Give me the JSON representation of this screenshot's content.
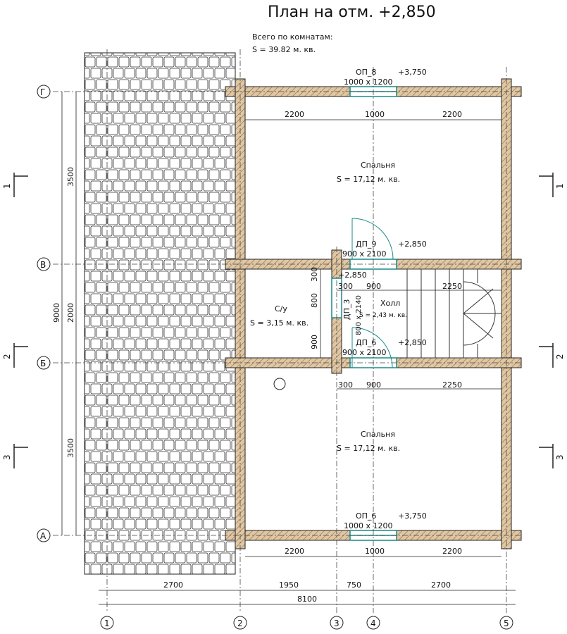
{
  "title": "План на отм. +2,850",
  "totals": {
    "label": "Всего по комнатам:",
    "area": "S   =  39.82 м. кв."
  },
  "rooms": {
    "bedroom_top": {
      "name": "Спальня",
      "area": "S   =  17,12 м. кв."
    },
    "bedroom_bottom": {
      "name": "Спальня",
      "area": "S   =  17,12 м. кв."
    },
    "bathroom": {
      "name": "С/у",
      "area": "S   =  3,15 м. кв."
    },
    "hall": {
      "name": "Холл",
      "area": "S = 2,43 м. кв."
    }
  },
  "openings": {
    "op8": {
      "mark": "ОП_8",
      "size": "1000 x 1200",
      "level": "+3,750"
    },
    "op6": {
      "mark": "ОП_6",
      "size": "1000 x 1200",
      "level": "+3,750"
    },
    "dp9": {
      "mark": "ДП_9",
      "size": "900 x 2100",
      "level": "+2,850"
    },
    "dp6": {
      "mark": "ДП_6",
      "size": "900 x 2100",
      "level": "+2,850"
    },
    "dp3": {
      "mark": "ДП_3",
      "size": "800 x 2140",
      "level": "+2,850"
    }
  },
  "axes_x": [
    "1",
    "2",
    "3",
    "4",
    "5"
  ],
  "axes_y": [
    "Г",
    "В",
    "Б",
    "А"
  ],
  "section_marks": [
    "1",
    "2",
    "3"
  ],
  "dims": {
    "top": [
      "2200",
      "1000",
      "2200"
    ],
    "bottom_inner": [
      "2200",
      "1000",
      "2200"
    ],
    "bottom_axes": [
      "2700",
      "1950",
      "750",
      "2700"
    ],
    "bottom_total": "8100",
    "left_bays": [
      "3500",
      "2000",
      "3500"
    ],
    "left_total": "9000",
    "bath_vertical": [
      "300",
      "800",
      "900"
    ],
    "hall_row1": [
      "300",
      "900",
      "2250"
    ],
    "hall_row2": [
      "300",
      "900",
      "2250"
    ]
  },
  "colors": {
    "wall": "#e0c7a4",
    "line": "#222222",
    "glass": "#1a8a86",
    "roof": "#ffffff"
  }
}
